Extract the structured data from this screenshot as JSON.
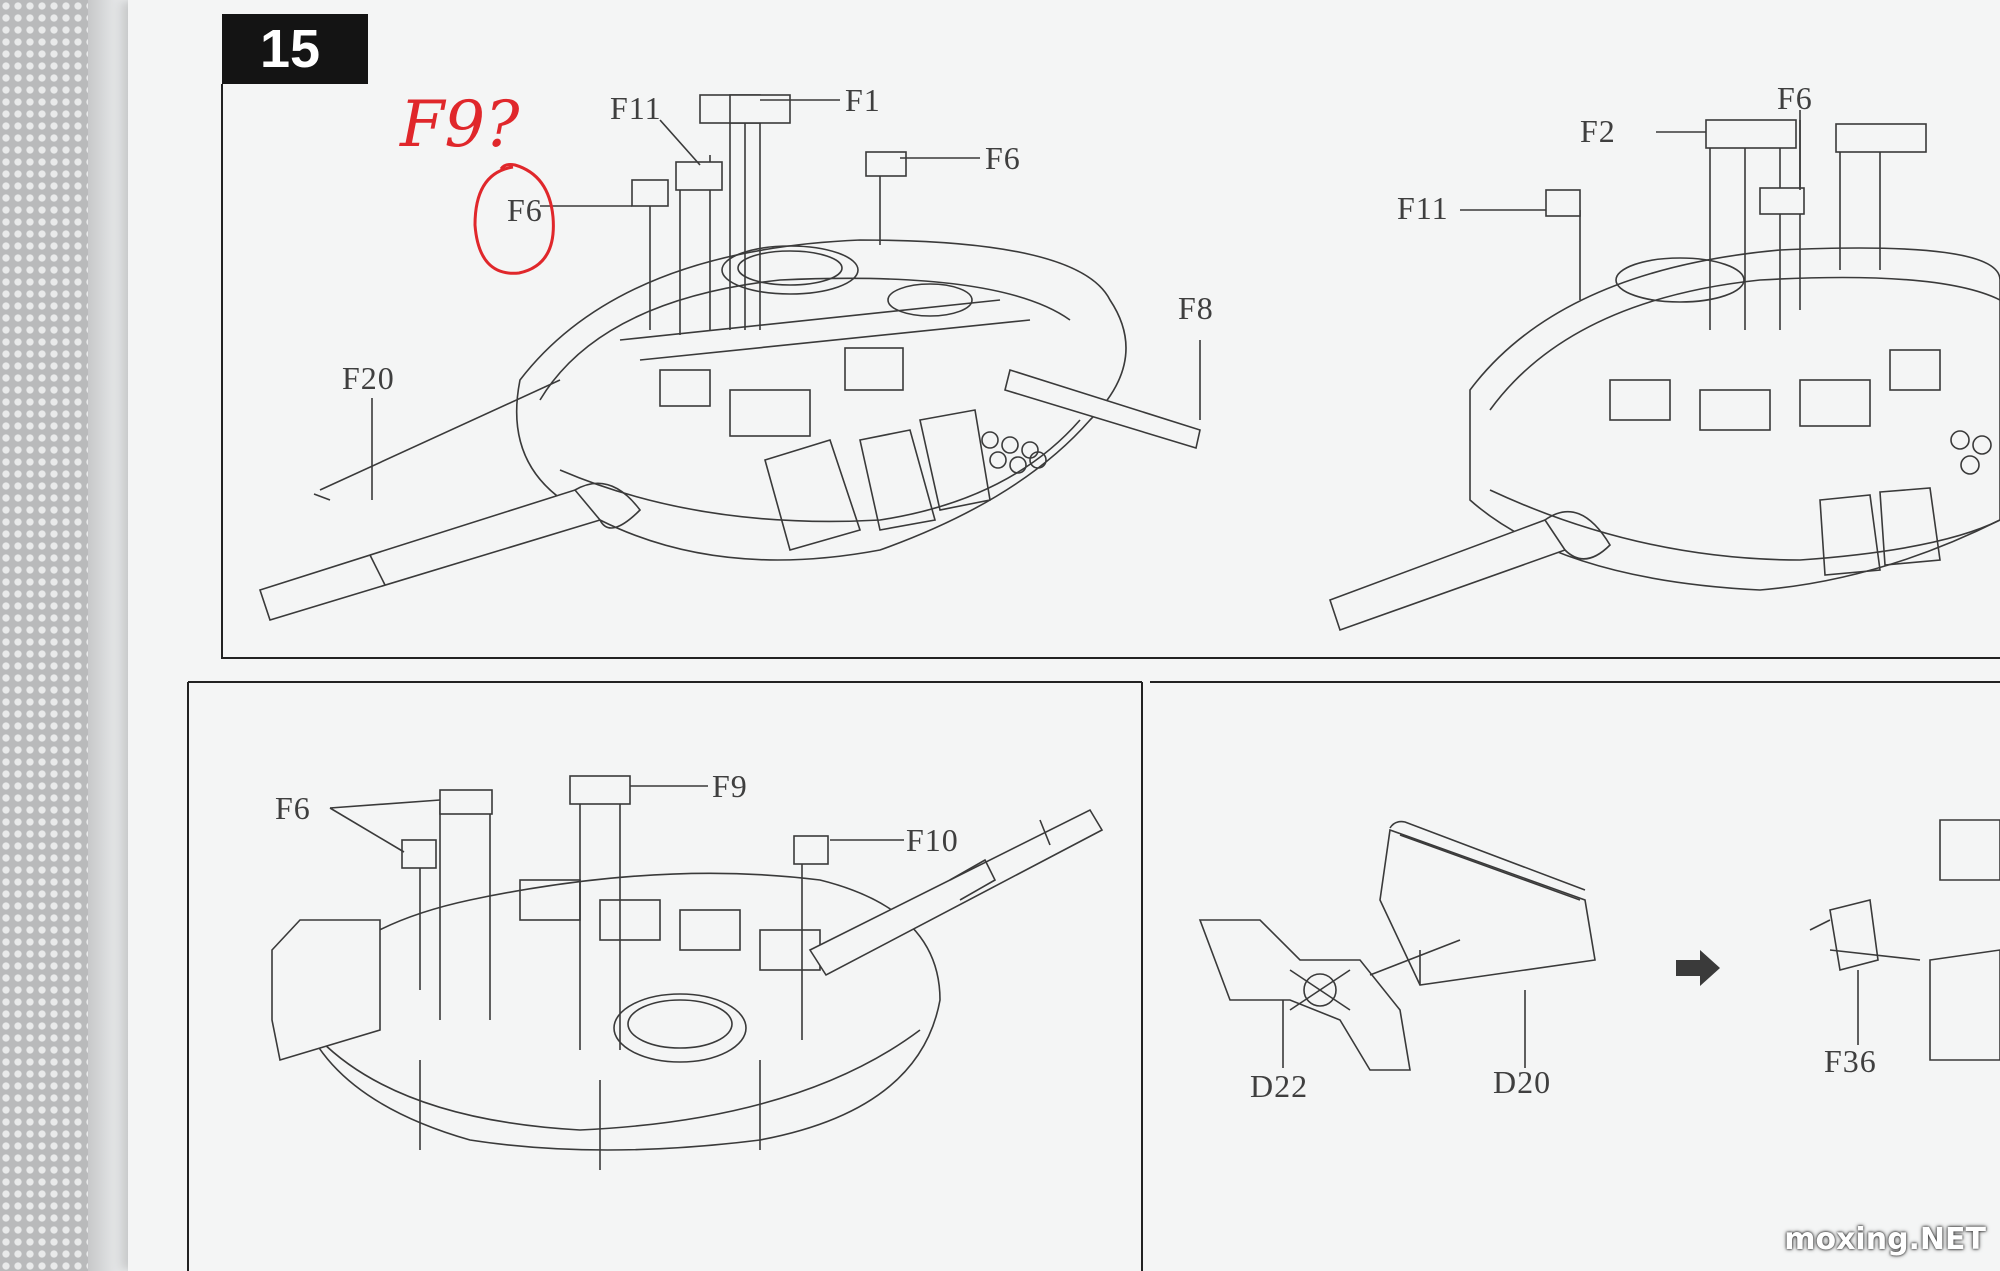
{
  "step": {
    "number": "15"
  },
  "annotation": {
    "handwritten": "F9?"
  },
  "panel_top_left": {
    "labels": [
      "F11",
      "F1",
      "F6",
      "F6",
      "F8",
      "F20"
    ]
  },
  "panel_top_right": {
    "labels": [
      "F2",
      "F6",
      "F11"
    ]
  },
  "panel_bottom_left": {
    "labels": [
      "F6",
      "F9",
      "F10"
    ]
  },
  "panel_bottom_right": {
    "labels": [
      "D22",
      "D20",
      "F36"
    ]
  },
  "watermark": "moxing.NET"
}
